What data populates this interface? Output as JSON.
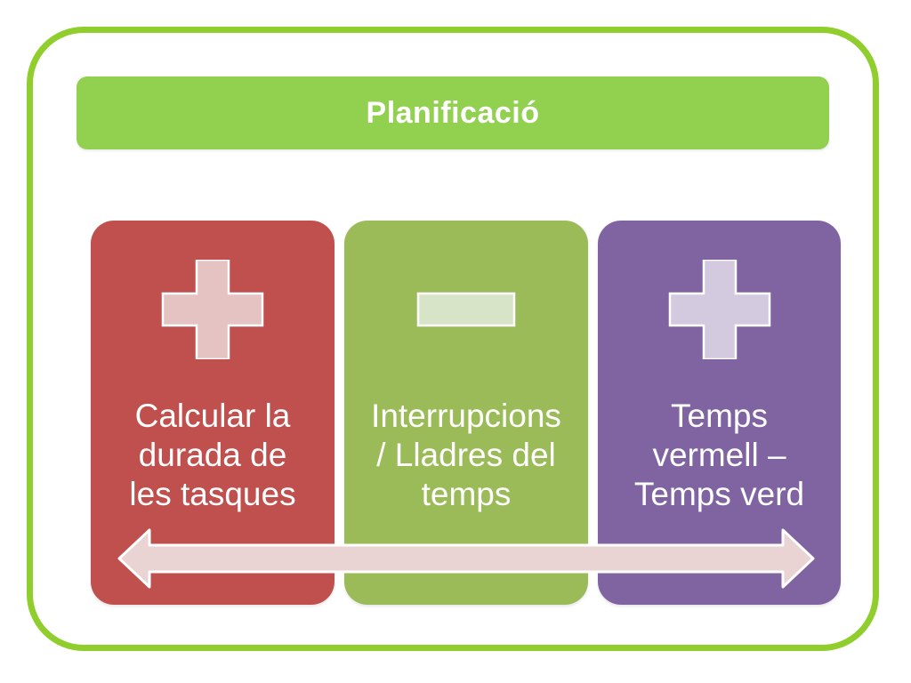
{
  "title": "Planificació",
  "colors": {
    "frame_border": "#8fce2c",
    "header": "#92d050",
    "card_red": "#c0504d",
    "card_green": "#9bbb59",
    "card_purple": "#8064a2",
    "plus_red": "#e6c3c3",
    "minus_green": "#d8e4c8",
    "plus_purple": "#d3cadf",
    "arrow_fill": "#ead3d3"
  },
  "cards": [
    {
      "symbol": "plus-icon",
      "text": "Calcular la\ndurada de\nles tasques"
    },
    {
      "symbol": "minus-icon",
      "text": "Interrupcions\n/ Lladres del\ntemps"
    },
    {
      "symbol": "plus-icon",
      "text": "Temps\nvermell –\nTemps verd"
    }
  ],
  "connector": "double-arrow-icon"
}
